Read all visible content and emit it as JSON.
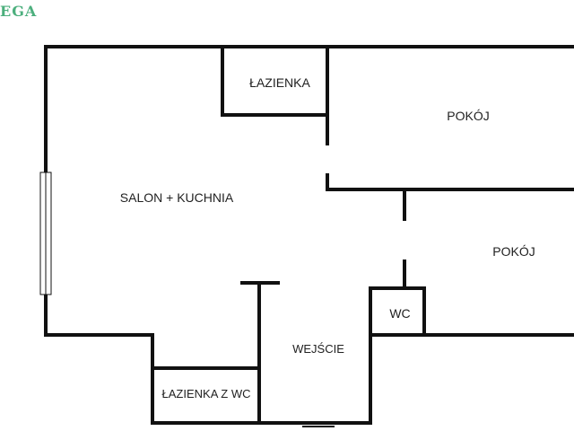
{
  "logo": {
    "text": "EGA",
    "color": "#4caf7d"
  },
  "rooms": {
    "salon_kuchnia": "SALON + KUCHNIA",
    "lazienka": "ŁAZIENKA",
    "pokoj_1": "POKÓJ",
    "pokoj_2": "POKÓJ",
    "wc": "WC",
    "wejscie": "WEJŚCIE",
    "lazienka_z_wc": "ŁAZIENKA Z WC"
  },
  "colors": {
    "wall": "#111111",
    "text": "#222222",
    "background": "#ffffff"
  }
}
